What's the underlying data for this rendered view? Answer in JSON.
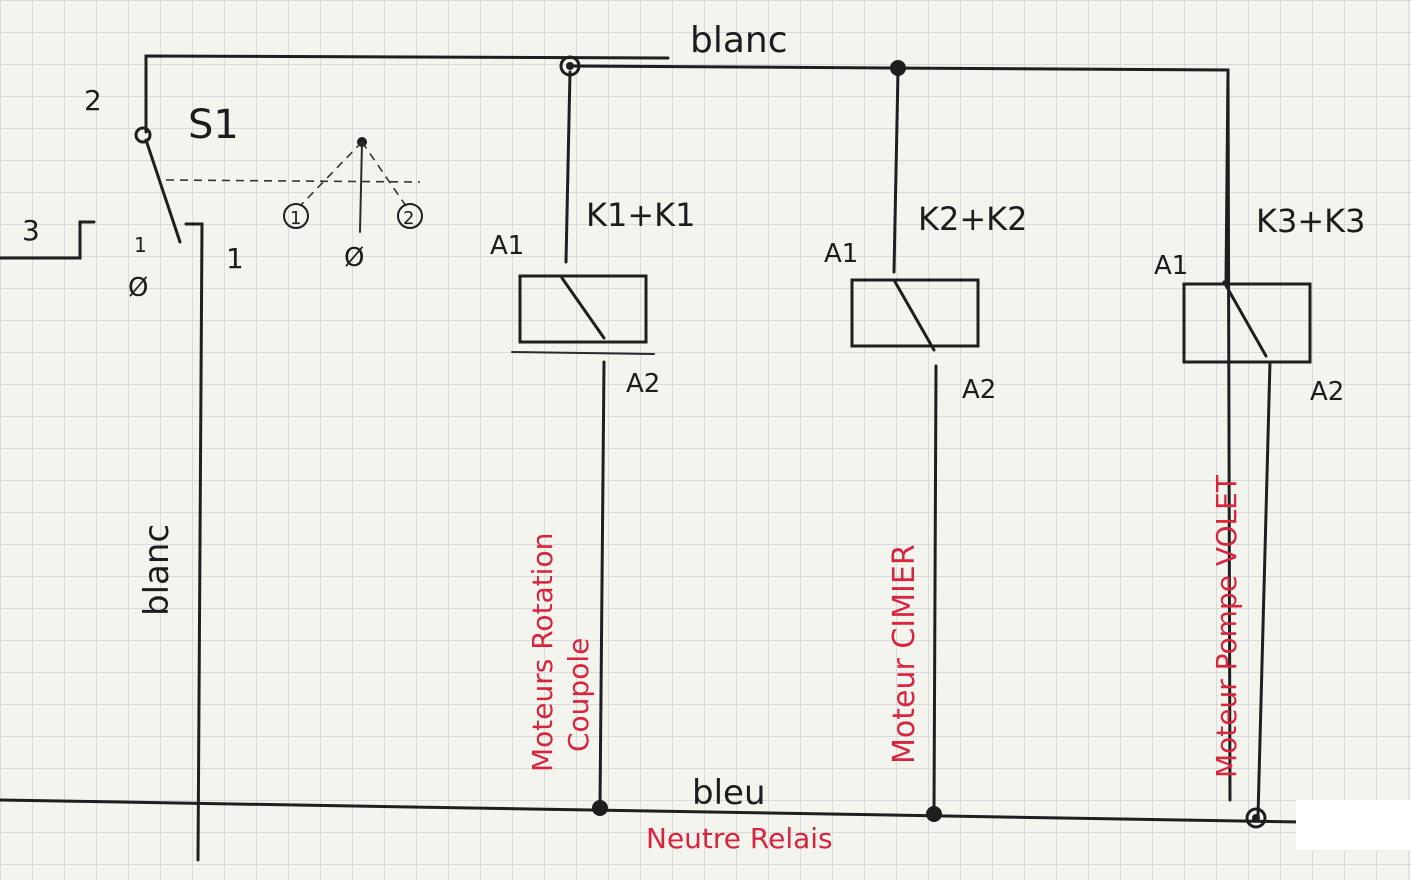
{
  "colors": {
    "paper": "#f4f4ef",
    "grid": "#c7cbd2",
    "ink": "#1e1e1e",
    "red_ink": "#d8243c"
  },
  "wires": {
    "top": "blanc",
    "left": "blanc",
    "bottom": "bleu"
  },
  "switch": {
    "name": "S1",
    "term_2": "2",
    "term_1": "1",
    "term_3": "3",
    "mark_1": "1",
    "mark_0": "Ø",
    "legend_1": "1",
    "legend_0": "Ø",
    "legend_2": "2"
  },
  "relays": [
    {
      "label": "K1+K1",
      "a1": "A1",
      "a2": "A2",
      "load_line1": "Moteurs Rotation",
      "load_line2": "Coupole"
    },
    {
      "label": "K2+K2",
      "a1": "A1",
      "a2": "A2",
      "load_line1": "Moteur CIMIER",
      "load_line2": ""
    },
    {
      "label": "K3+K3",
      "a1": "A1",
      "a2": "A2",
      "load_line1": "Moteur Pompe VOLET",
      "load_line2": ""
    }
  ],
  "neutral_label": "Neutre Relais"
}
